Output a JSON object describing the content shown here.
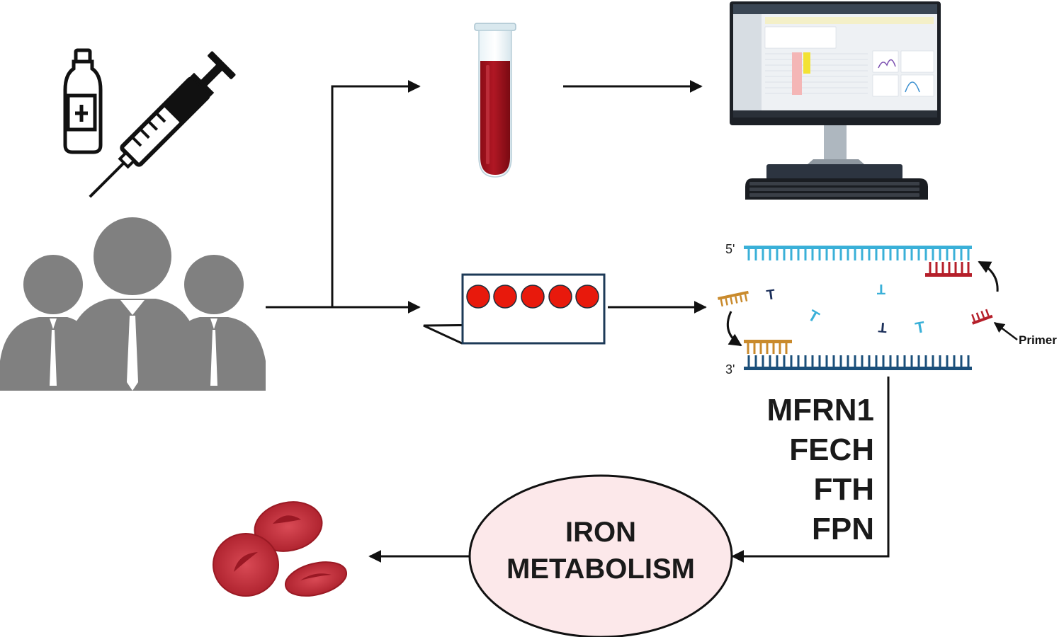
{
  "labels": {
    "five_prime": "5'",
    "three_prime": "3'",
    "primer": "Primer",
    "nucleotide": "T"
  },
  "genes": [
    "MFRN1",
    "FECH",
    "FTH",
    "FPN"
  ],
  "pathway": {
    "line1": "IRON",
    "line2": "METABOLISM"
  },
  "colors": {
    "arrow": "#111111",
    "blood": "#a3111c",
    "people": "#808080",
    "rbc": "#c0323d",
    "well": "#e8190c",
    "strand_top": "#3ab0d8",
    "strand_bottom": "#1b4f7a",
    "primer_orange": "#c98a2c",
    "primer_red": "#b51f2a",
    "ellipse_fill": "#fce8ea",
    "monitor_bezel": "#1c2026"
  },
  "icons": [
    "vial-icon",
    "syringe-icon",
    "people-icon",
    "blood-tube-icon",
    "monitor-icon",
    "keyboard-icon",
    "blot-slide-icon",
    "dna-pcr-icon",
    "red-blood-cells-icon"
  ]
}
